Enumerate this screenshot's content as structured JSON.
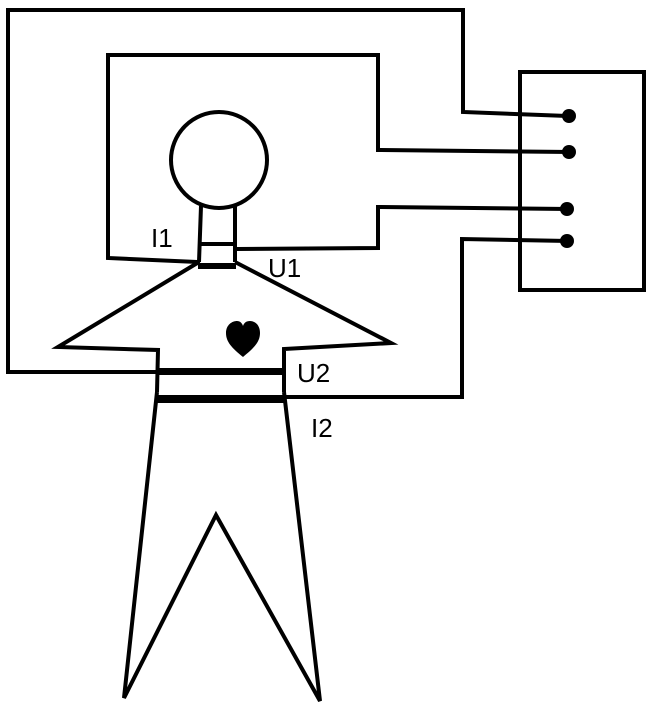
{
  "labels": {
    "i1": "I1",
    "u1": "U1",
    "u2": "U2",
    "i2": "I2"
  },
  "icons": {
    "heart": "heart-icon"
  },
  "colors": {
    "line": "#000000",
    "background": "#ffffff"
  }
}
